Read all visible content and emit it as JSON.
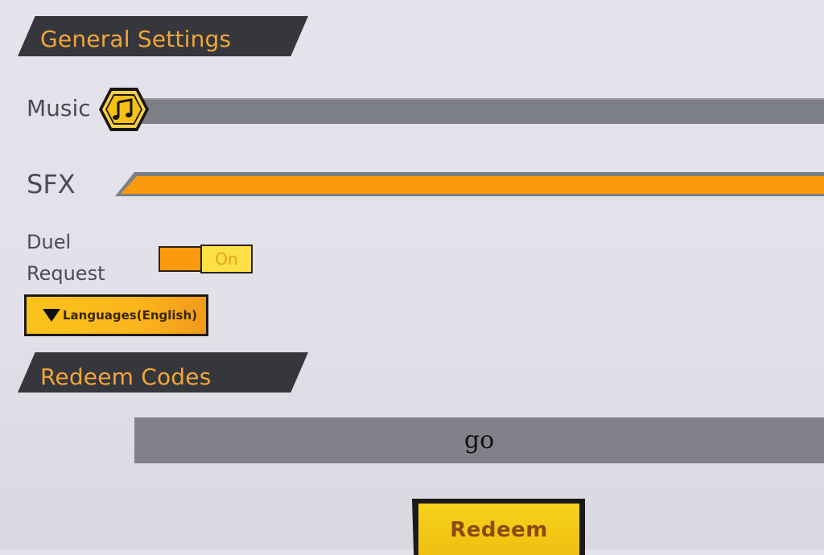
{
  "general_settings": {
    "title": "General Settings",
    "music": {
      "label": "Music",
      "icon": "music-note-icon",
      "value_percent": 0
    },
    "sfx": {
      "label": "SFX",
      "value_percent": 100
    },
    "duel_request": {
      "label_line1": "Duel",
      "label_line2": "Request",
      "state": "On"
    },
    "language": {
      "label": "Languages(English)",
      "icon": "triangle-down-icon"
    }
  },
  "redeem_codes": {
    "title": "Redeem Codes",
    "input_value": "go",
    "button_label": "Redeem"
  },
  "colors": {
    "accent_orange": "#fa9a0c",
    "accent_yellow": "#f6d21c",
    "header_bg": "#36363d",
    "header_text": "#f2a63a",
    "track_gray": "#7d7f87"
  }
}
